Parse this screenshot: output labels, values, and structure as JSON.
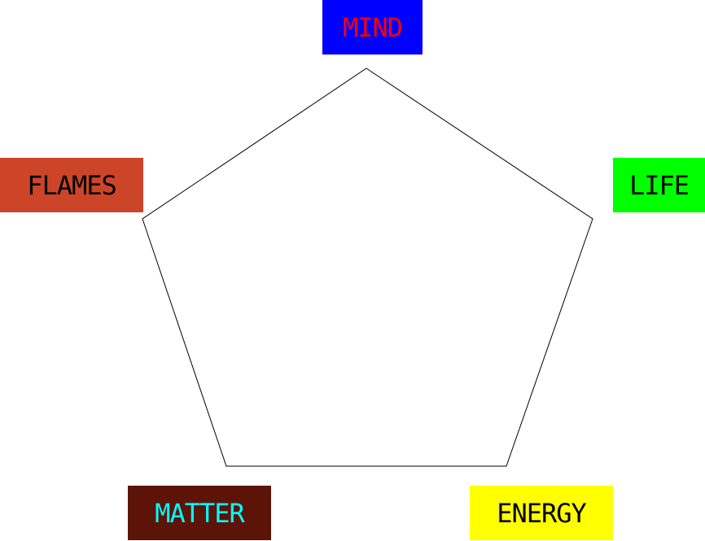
{
  "nodes": [
    {
      "id": "mind",
      "label": "MIND",
      "bg": "#0000ff",
      "fg": "#ff0000"
    },
    {
      "id": "life",
      "label": "LIFE",
      "bg": "#00ff00",
      "fg": "#000000"
    },
    {
      "id": "energy",
      "label": "ENERGY",
      "bg": "#ffff00",
      "fg": "#000000"
    },
    {
      "id": "matter",
      "label": "MATTER",
      "bg": "#5c1408",
      "fg": "#00ffff"
    },
    {
      "id": "flames",
      "label": "FLAMES",
      "bg": "#cc4528",
      "fg": "#000000"
    }
  ],
  "shape": "pentagon",
  "stroke_color": "#000000"
}
